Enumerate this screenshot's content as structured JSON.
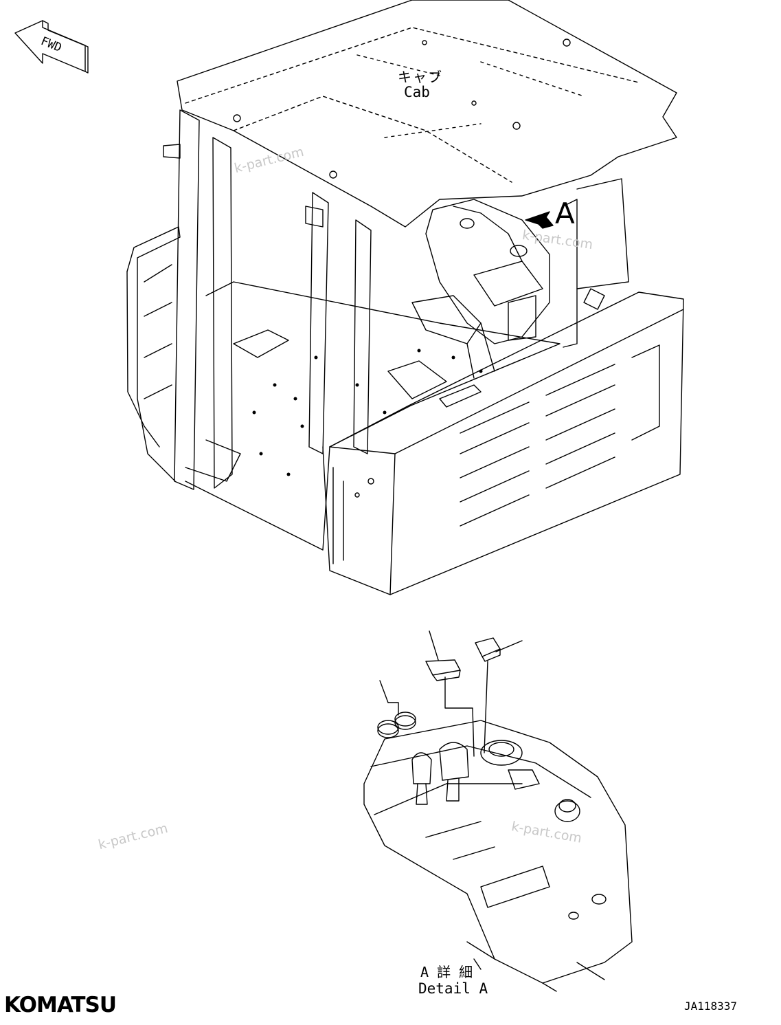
{
  "fwd_label": "FWD",
  "cab_label_jp": "キャブ",
  "cab_label_en": "Cab",
  "view_marker": "A",
  "detail_label_jp": "A 詳 細",
  "detail_label_en": "Detail A",
  "brand": "KOMATSU",
  "drawing_number": "JA118337",
  "watermark": "k-part.com"
}
